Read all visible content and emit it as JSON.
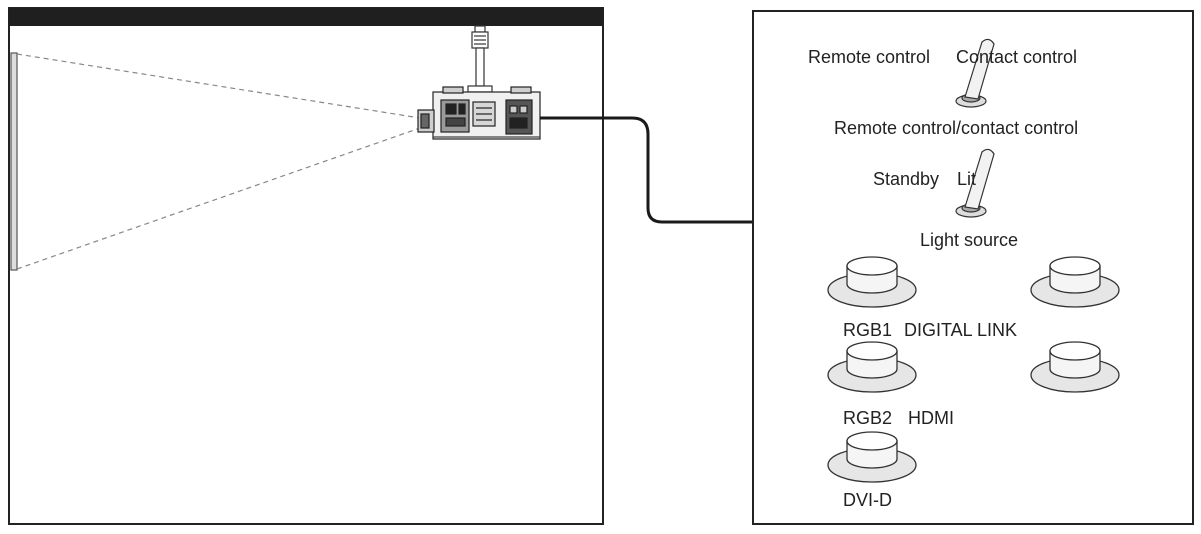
{
  "labels": {
    "remote_control": "Remote control",
    "contact_control": "Contact control",
    "remote_contact": "Remote control/contact control",
    "standby": "Standby",
    "lit": "Lit",
    "light_source": "Light source",
    "rgb1": "RGB1",
    "digital_link": "DIGITAL LINK",
    "rgb2": "RGB2",
    "hdmi": "HDMI",
    "dvid": "DVI-D"
  }
}
